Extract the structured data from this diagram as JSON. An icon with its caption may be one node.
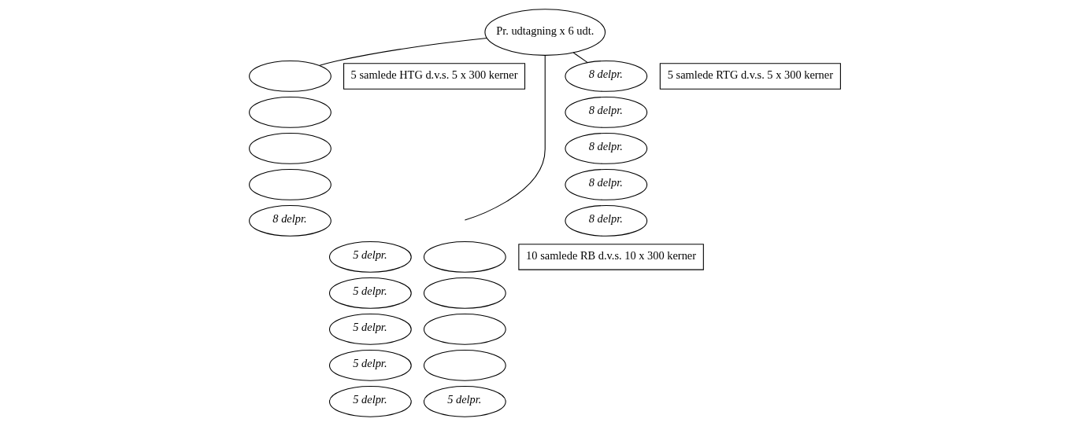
{
  "diagram": {
    "nodes": [
      {
        "text": [
          "Pr. udtagning x 6 udt."
        ]
      },
      {
        "text": [
          "5 samlede HTG d.v.s. 5 x 300 kerner"
        ]
      },
      {
        "text": [],
        "shape": "ellipse"
      },
      {
        "text": [],
        "shape": "ellipse"
      },
      {
        "text": [],
        "shape": "ellipse"
      },
      {
        "text": [],
        "shape": "ellipse"
      },
      {
        "text": [
          "8 delpr."
        ]
      },
      {
        "text": [
          "8 delpr."
        ]
      },
      {
        "text": [
          "8 delpr."
        ]
      },
      {
        "text": [
          "8 delpr."
        ]
      },
      {
        "text": [
          "8 delpr."
        ]
      },
      {
        "text": [
          "8 delpr."
        ]
      },
      {
        "text": [
          "5 samlede RTG d.v.s. 5 x 300 kerner"
        ]
      },
      {
        "text": [
          "5 delpr."
        ]
      },
      {
        "text": [
          "5 delpr."
        ]
      },
      {
        "text": [
          "5 delpr."
        ]
      },
      {
        "text": [
          "5 delpr."
        ]
      },
      {
        "text": [
          "5 delpr."
        ]
      },
      {
        "text": [],
        "shape": "ellipse"
      },
      {
        "text": [],
        "shape": "ellipse"
      },
      {
        "text": [],
        "shape": "ellipse"
      },
      {
        "text": [],
        "shape": "ellipse"
      },
      {
        "text": [
          "5 delpr."
        ]
      },
      {
        "text": [
          "10 samlede RB d.v.s. 10 x 300 kerner"
        ]
      }
    ],
    "edges": [
      {
        "from": 0,
        "to": 2,
        "arrow": "none"
      },
      {
        "from": 0,
        "to": null,
        "arrow": "none"
      },
      {
        "from": 0,
        "to": 7,
        "arrow": "none"
      }
    ]
  }
}
